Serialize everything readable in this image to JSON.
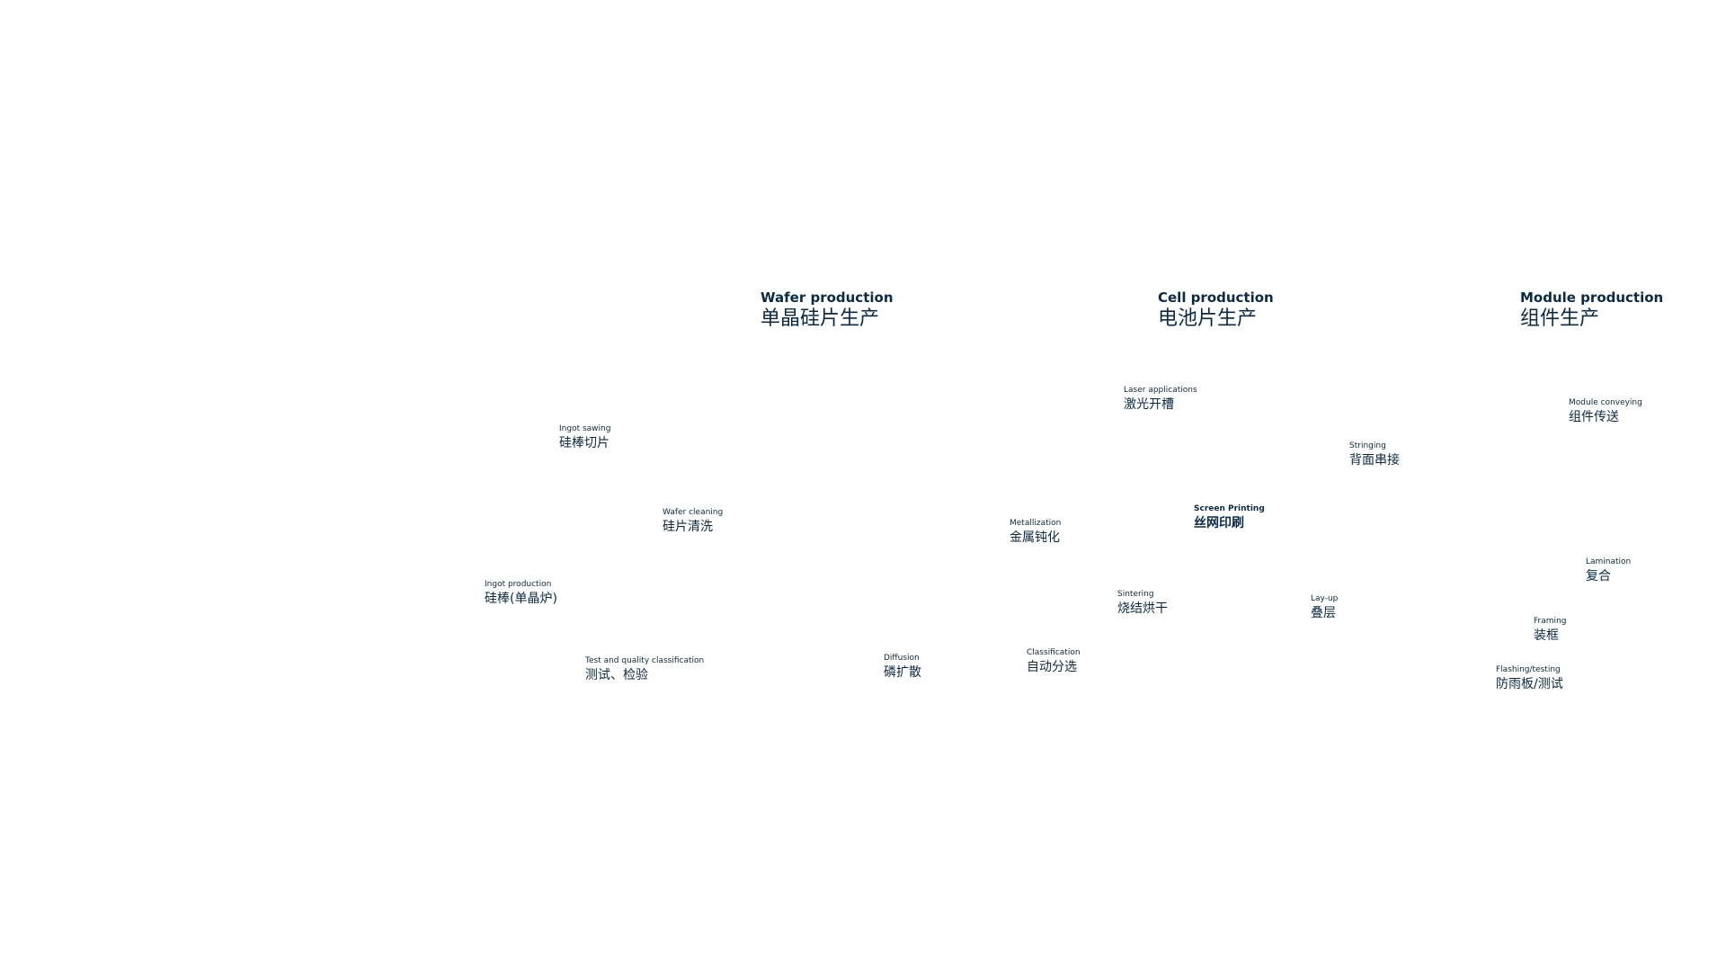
{
  "colors": {
    "text": "#0b2a45",
    "background": "#ffffff"
  },
  "headings": {
    "wafer": {
      "en": "Wafer production",
      "zh": "单晶硅片生产"
    },
    "cell": {
      "en": "Cell production",
      "zh": "电池片生产"
    },
    "module": {
      "en": "Module production",
      "zh": "组件生产"
    }
  },
  "steps": {
    "ingot_sawing": {
      "en": "Ingot sawing",
      "zh": "硅棒切片"
    },
    "wafer_cleaning": {
      "en": "Wafer cleaning",
      "zh": "硅片清洗"
    },
    "ingot_production": {
      "en": "Ingot production",
      "zh": "硅棒(单晶炉)"
    },
    "test_quality": {
      "en": "Test and quality classification",
      "zh": "测试、检验"
    },
    "diffusion": {
      "en": "Diffusion",
      "zh": "磷扩散"
    },
    "metallization": {
      "en": "Metallization",
      "zh": "金属钝化"
    },
    "laser": {
      "en": "Laser applications",
      "zh": "激光开槽"
    },
    "screen_printing": {
      "en": "Screen Printing",
      "zh": "丝网印刷"
    },
    "sintering": {
      "en": "Sintering",
      "zh": "烧结烘干"
    },
    "classification": {
      "en": "Classification",
      "zh": "自动分选"
    },
    "stringing": {
      "en": "Stringing",
      "zh": "背面串接"
    },
    "layup": {
      "en": "Lay-up",
      "zh": "叠层"
    },
    "module_conveying": {
      "en": "Module conveying",
      "zh": "组件传送"
    },
    "lamination": {
      "en": "Lamination",
      "zh": "复合"
    },
    "framing": {
      "en": "Framing",
      "zh": "装框"
    },
    "flashing": {
      "en": "Flashing/testing",
      "zh": "防雨板/测试"
    }
  }
}
